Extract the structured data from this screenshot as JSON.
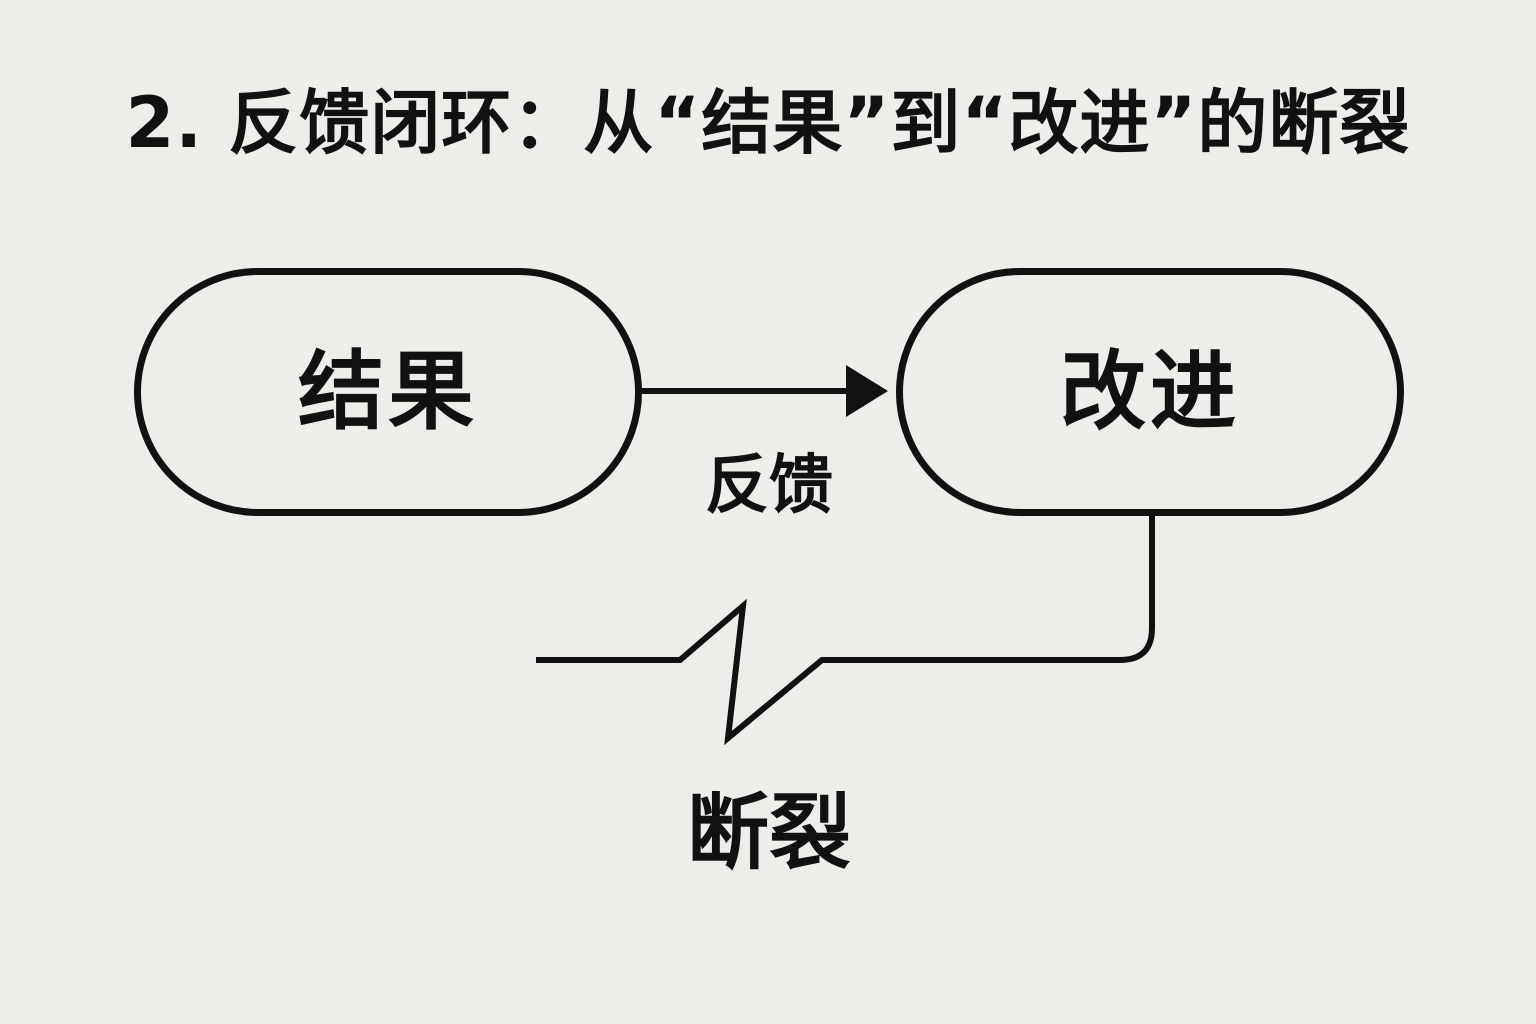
{
  "title": "2. 反馈闭环：从“结果”到“改进”的断裂",
  "nodes": {
    "result": "结果",
    "improve": "改进"
  },
  "edges": {
    "feedback": "反馈"
  },
  "break_label": "断裂",
  "colors": {
    "background": "#EEEDE9",
    "ink": "#111111"
  }
}
